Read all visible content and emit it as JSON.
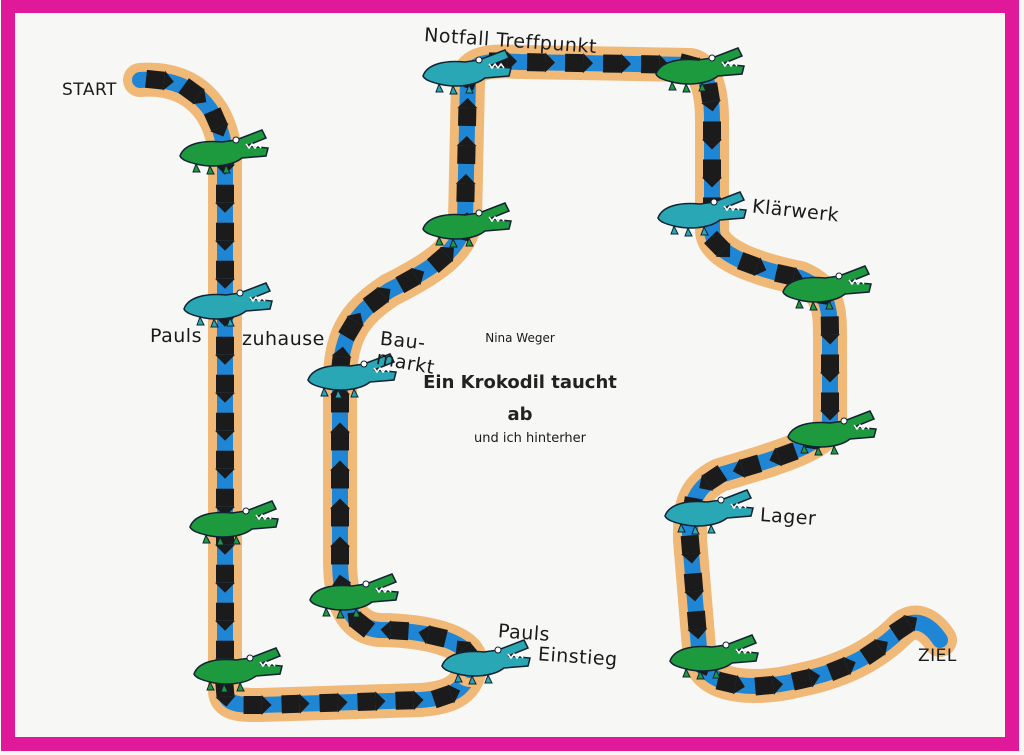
{
  "board": {
    "author": "Nina Weger",
    "title_line1": "Ein Krokodil taucht",
    "title_line2": "ab",
    "subtitle": "und ich hinterher",
    "labels": {
      "start": "START",
      "ziel": "ZIEL",
      "notfall": "Notfall Treffpunkt",
      "klaerwerk": "Klärwerk",
      "pauls": "Pauls",
      "zuhause": "zuhause",
      "bau": "Bau-",
      "markt": "markt",
      "lager": "Lager",
      "pauls_einstieg_1": "Pauls",
      "pauls_einstieg_2": "Einstieg"
    }
  },
  "colors": {
    "frame": "#e0189a",
    "path_outer": "#f0b978",
    "path_inner": "#1f86d6",
    "arrow": "#1b1b1b",
    "croc_green": "#1e9a3e",
    "croc_teal": "#2aa7b5"
  },
  "icons": [
    "crocodile-icon",
    "arrow-tile-icon"
  ]
}
